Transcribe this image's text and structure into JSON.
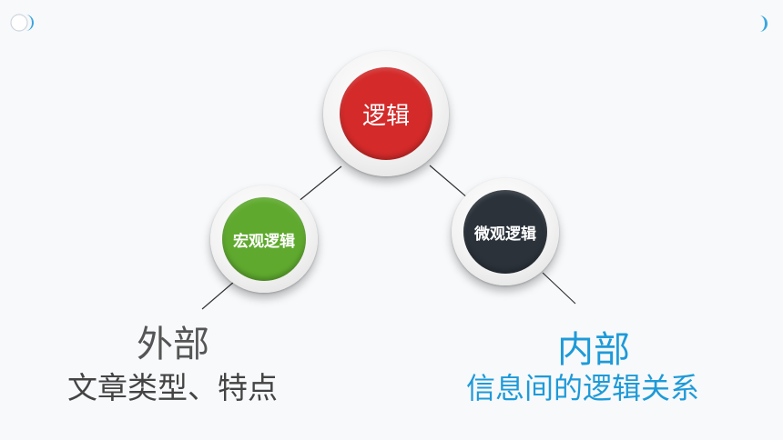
{
  "colors": {
    "accent_blue": "#1e9ad8",
    "node_red": "#d42a2a",
    "node_green": "#5faa2e",
    "node_dark": "#2b323a",
    "text_gray": "#555555"
  },
  "icons": [
    "half-moon-icon-left",
    "half-moon-icon-right"
  ],
  "nodes": {
    "top": {
      "label": "逻辑"
    },
    "left": {
      "label": "宏观逻辑"
    },
    "right": {
      "label": "微观逻辑"
    }
  },
  "captions": {
    "left": {
      "title": "外部",
      "subtitle": "文章类型、特点"
    },
    "right": {
      "title": "内部",
      "subtitle": "信息间的逻辑关系"
    }
  }
}
